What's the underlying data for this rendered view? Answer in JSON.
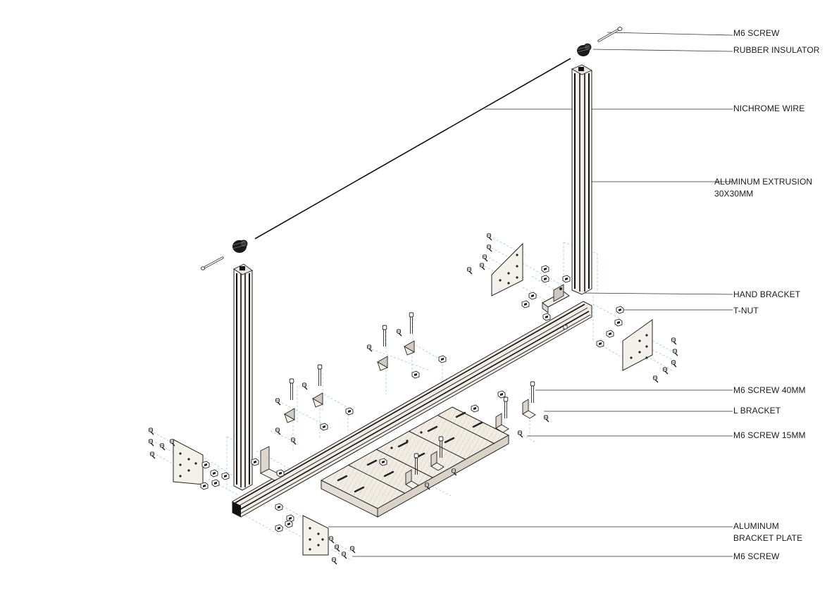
{
  "diagram": {
    "labels": [
      {
        "id": "m6-screw-top",
        "lines": [
          "M6 SCREW"
        ]
      },
      {
        "id": "rubber-insulator",
        "lines": [
          "RUBBER INSULATOR"
        ]
      },
      {
        "id": "nichrome-wire",
        "lines": [
          "NICHROME WIRE"
        ]
      },
      {
        "id": "aluminum-extrusion",
        "lines": [
          "ALUMINUM EXTRUSION",
          "30X30MM"
        ]
      },
      {
        "id": "hand-bracket",
        "lines": [
          "HAND BRACKET"
        ]
      },
      {
        "id": "t-nut",
        "lines": [
          "T-NUT"
        ]
      },
      {
        "id": "m6-screw-40mm",
        "lines": [
          "M6 SCREW 40MM"
        ]
      },
      {
        "id": "l-bracket",
        "lines": [
          "L BRACKET"
        ]
      },
      {
        "id": "m6-screw-15mm",
        "lines": [
          "M6 SCREW 15MM"
        ]
      },
      {
        "id": "aluminum-bracket-plate",
        "lines": [
          "ALUMINUM",
          "BRACKET PLATE"
        ]
      },
      {
        "id": "m6-screw-bottom",
        "lines": [
          "M6 SCREW"
        ]
      }
    ]
  }
}
